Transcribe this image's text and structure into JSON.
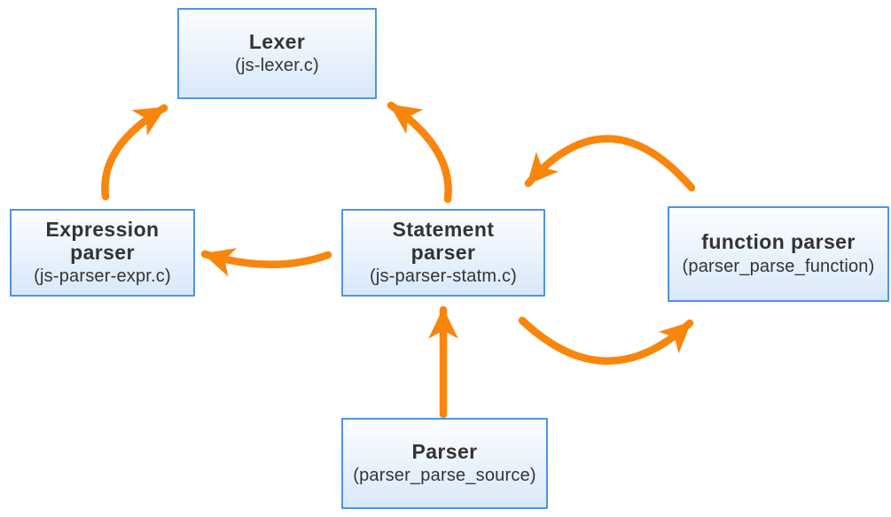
{
  "colors": {
    "background_color": "#ffffff",
    "arrow_color": "#f8860d",
    "box_border_color": "#4d94e8",
    "box_fill_top": "#fdfeff",
    "box_fill_bottom": "#d8e8fa",
    "text_color": "#333333"
  },
  "nodes": [
    {
      "id": "lexer",
      "title": "Lexer",
      "subtitle": "(js-lexer.c)"
    },
    {
      "id": "expression-parser",
      "title": "Expression\nparser",
      "subtitle": "(js-parser-expr.c)"
    },
    {
      "id": "statement-parser",
      "title": "Statement\nparser",
      "subtitle": "(js-parser-statm.c)"
    },
    {
      "id": "function-parser",
      "title": "function parser",
      "subtitle": "(parser_parse_function)"
    },
    {
      "id": "parser",
      "title": "Parser",
      "subtitle": "(parser_parse_source)"
    }
  ],
  "edges": [
    {
      "from": "expression-parser",
      "to": "lexer"
    },
    {
      "from": "statement-parser",
      "to": "lexer"
    },
    {
      "from": "statement-parser",
      "to": "expression-parser"
    },
    {
      "from": "function-parser",
      "to": "statement-parser"
    },
    {
      "from": "statement-parser",
      "to": "function-parser"
    },
    {
      "from": "parser",
      "to": "statement-parser"
    }
  ]
}
